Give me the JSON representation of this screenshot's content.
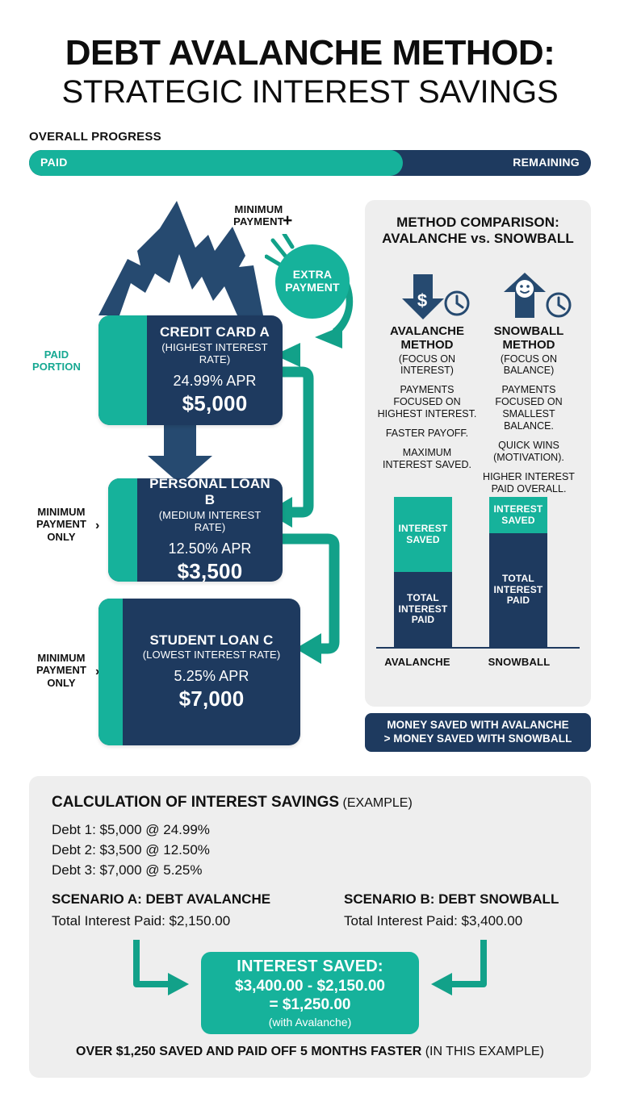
{
  "header": {
    "title_line1": "DEBT AVALANCHE METHOD:",
    "title_line2": "STRATEGIC INTEREST SAVINGS",
    "progress_label": "OVERALL PROGRESS",
    "progress": {
      "paid_label": "PAID",
      "remaining_label": "REMAINING",
      "paid_percent": 66.5
    }
  },
  "colors": {
    "teal": "#16b29b",
    "navy": "#1e3a5f",
    "panel_grey": "#eeeeee",
    "text": "#111111"
  },
  "flow": {
    "mountain_icon": "mountain-icon",
    "minimum_payment_note": "MINIMUM\nPAYMENT",
    "minimum_payment_line1": "MINIMUM",
    "minimum_payment_line2": "PAYMENT",
    "plus": "+",
    "extra_payment_line1": "EXTRA",
    "extra_payment_line2": "PAYMENT",
    "labels": {
      "paid_portion_line1": "PAID",
      "paid_portion_line2": "PORTION",
      "minimum_only_line1": "MINIMUM",
      "minimum_only_line2": "PAYMENT",
      "minimum_only_line3": "ONLY",
      "chevron": "›"
    },
    "debts": [
      {
        "name": "CREDIT CARD A",
        "subtitle": "(HIGHEST INTEREST RATE)",
        "apr": "24.99% APR",
        "amount": "$5,000"
      },
      {
        "name": "PERSONAL LOAN B",
        "subtitle": "(MEDIUM INTEREST RATE)",
        "apr": "12.50% APR",
        "amount": "$3,500"
      },
      {
        "name": "STUDENT LOAN C",
        "subtitle": "(LOWEST INTEREST RATE)",
        "apr": "5.25% APR",
        "amount": "$7,000"
      }
    ]
  },
  "comparison": {
    "title_line1": "METHOD COMPARISON:",
    "title_line2": "AVALANCHE vs. SNOWBALL",
    "methods": [
      {
        "icon": "down-arrow-dollar-icon",
        "clock_icon": "clock-icon",
        "name_line1": "AVALANCHE",
        "name_line2": "METHOD",
        "focus_line1": "(FOCUS ON",
        "focus_line2": "INTEREST)",
        "bullet1": "PAYMENTS\nFOCUSED ON\nHIGHEST INTEREST.",
        "bullet1_l1": "PAYMENTS",
        "bullet1_l2": "FOCUSED ON",
        "bullet1_l3": "HIGHEST INTEREST.",
        "bullet2": "FASTER PAYOFF.",
        "bullet3_l1": "MAXIMUM",
        "bullet3_l2": "INTEREST SAVED."
      },
      {
        "icon": "up-arrow-smiley-icon",
        "clock_icon": "clock-icon",
        "name_line1": "SNOWBALL",
        "name_line2": "METHOD",
        "focus_line1": "(FOCUS ON",
        "focus_line2": "BALANCE)",
        "bullet1_l1": "PAYMENTS",
        "bullet1_l2": "FOCUSED ON",
        "bullet1_l3": "SMALLEST BALANCE.",
        "bullet2_l1": "QUICK WINS",
        "bullet2_l2": "(MOTIVATION).",
        "bullet3_l1": "HIGHER INTEREST",
        "bullet3_l2": "PAID OVERALL."
      }
    ],
    "banner_line1": "MONEY SAVED WITH AVALANCHE",
    "banner_line2": "> MONEY SAVED WITH SNOWBALL"
  },
  "chart_data": {
    "type": "bar",
    "stacked": true,
    "title": "",
    "categories": [
      "AVALANCHE",
      "SNOWBALL"
    ],
    "series": [
      {
        "name": "TOTAL INTEREST PAID",
        "values": [
          50,
          80
        ],
        "color": "#1e3a5f"
      },
      {
        "name": "INTEREST SAVED",
        "values": [
          50,
          20
        ],
        "color": "#16b29b"
      }
    ],
    "segment_labels": {
      "saved_l1": "INTEREST",
      "saved_l2": "SAVED",
      "paid_l1": "TOTAL",
      "paid_l2": "INTEREST",
      "paid_l3": "PAID"
    },
    "xlabel": "",
    "ylabel": "",
    "ylim": [
      0,
      100
    ],
    "grid": false,
    "legend": "none"
  },
  "calculation": {
    "title": "CALCULATION OF INTEREST SAVINGS",
    "title_note": " (EXAMPLE)",
    "debt_lines": [
      "Debt 1: $5,000 @ 24.99%",
      "Debt 2: $3,500 @ 12.50%",
      "Debt 3: $7,000 @ 5.25%"
    ],
    "scenario_a_head": "SCENARIO A: DEBT AVALANCHE",
    "scenario_a_value": "Total Interest Paid: $2,150.00",
    "scenario_b_head": "SCENARIO B: DEBT SNOWBALL",
    "scenario_b_value": "Total Interest Paid: $3,400.00",
    "saved_box": {
      "line1": "INTEREST SAVED:",
      "line2": "$3,400.00 - $2,150.00",
      "line3": "= $1,250.00",
      "line4": "(with Avalanche)"
    },
    "footer_bold": "OVER $1,250 SAVED AND PAID OFF 5 MONTHS FASTER",
    "footer_note": " (IN THIS EXAMPLE)"
  }
}
